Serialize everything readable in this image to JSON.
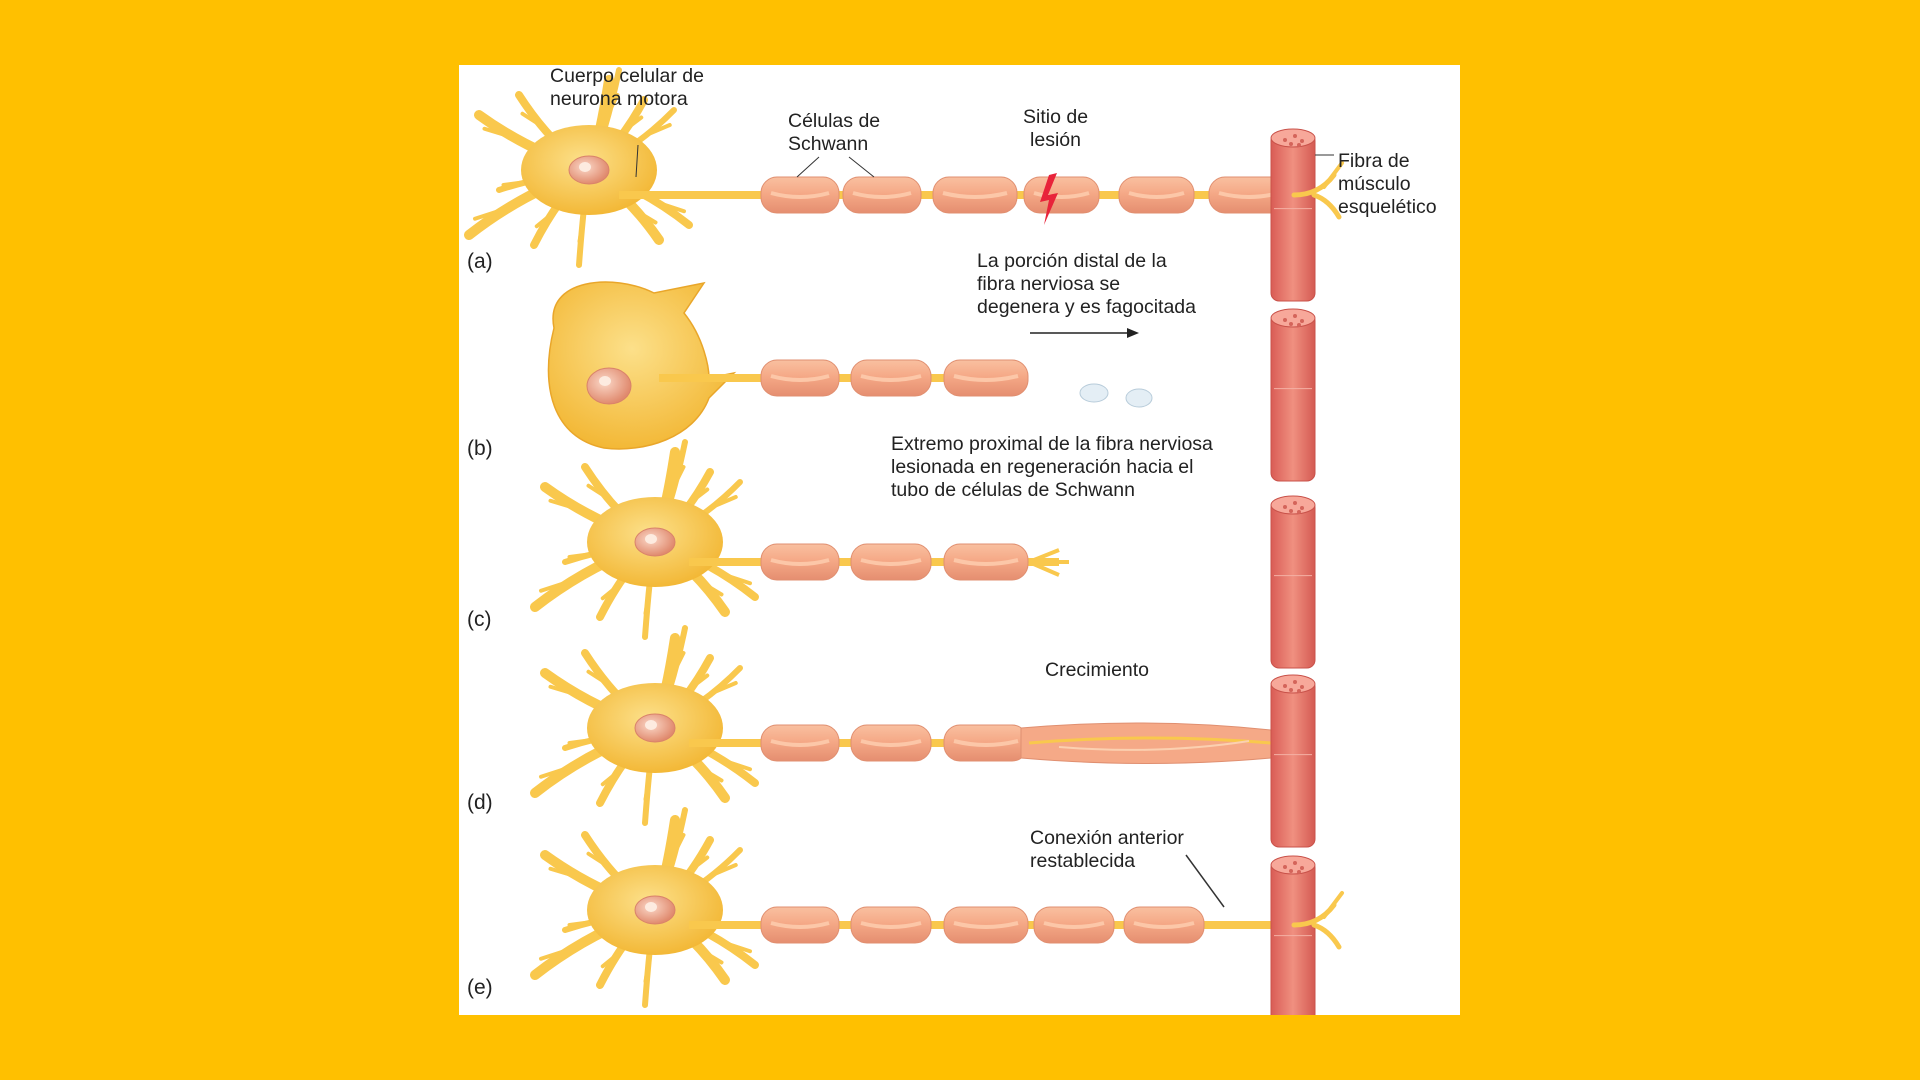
{
  "panels": [
    {
      "tag": "(a)"
    },
    {
      "tag": "(b)"
    },
    {
      "tag": "(c)"
    },
    {
      "tag": "(d)"
    },
    {
      "tag": "(e)"
    }
  ],
  "labels": {
    "cell_body": "Cuerpo celular de\nneurona motora",
    "schwann": "Células de\nSchwann",
    "injury": "Sitio de\nlesión",
    "muscle": "Fibra de\nmúsculo\nesquelético",
    "degeneration": "La porción distal de la\nfibra nerviosa se\ndegenera y es fagocitada",
    "regeneration": "Extremo proximal de la fibra nerviosa\nlesionada en regeneración hacia el\ntubo de células de Schwann",
    "growth": "Crecimiento",
    "reconnect": "Conexión anterior\nrestablecida"
  },
  "colors": {
    "background": "#FFC000",
    "neuron": "#F9C84D",
    "schwann": "#F5A987",
    "muscle": "#E8756A",
    "lightning": "#E8233A"
  }
}
